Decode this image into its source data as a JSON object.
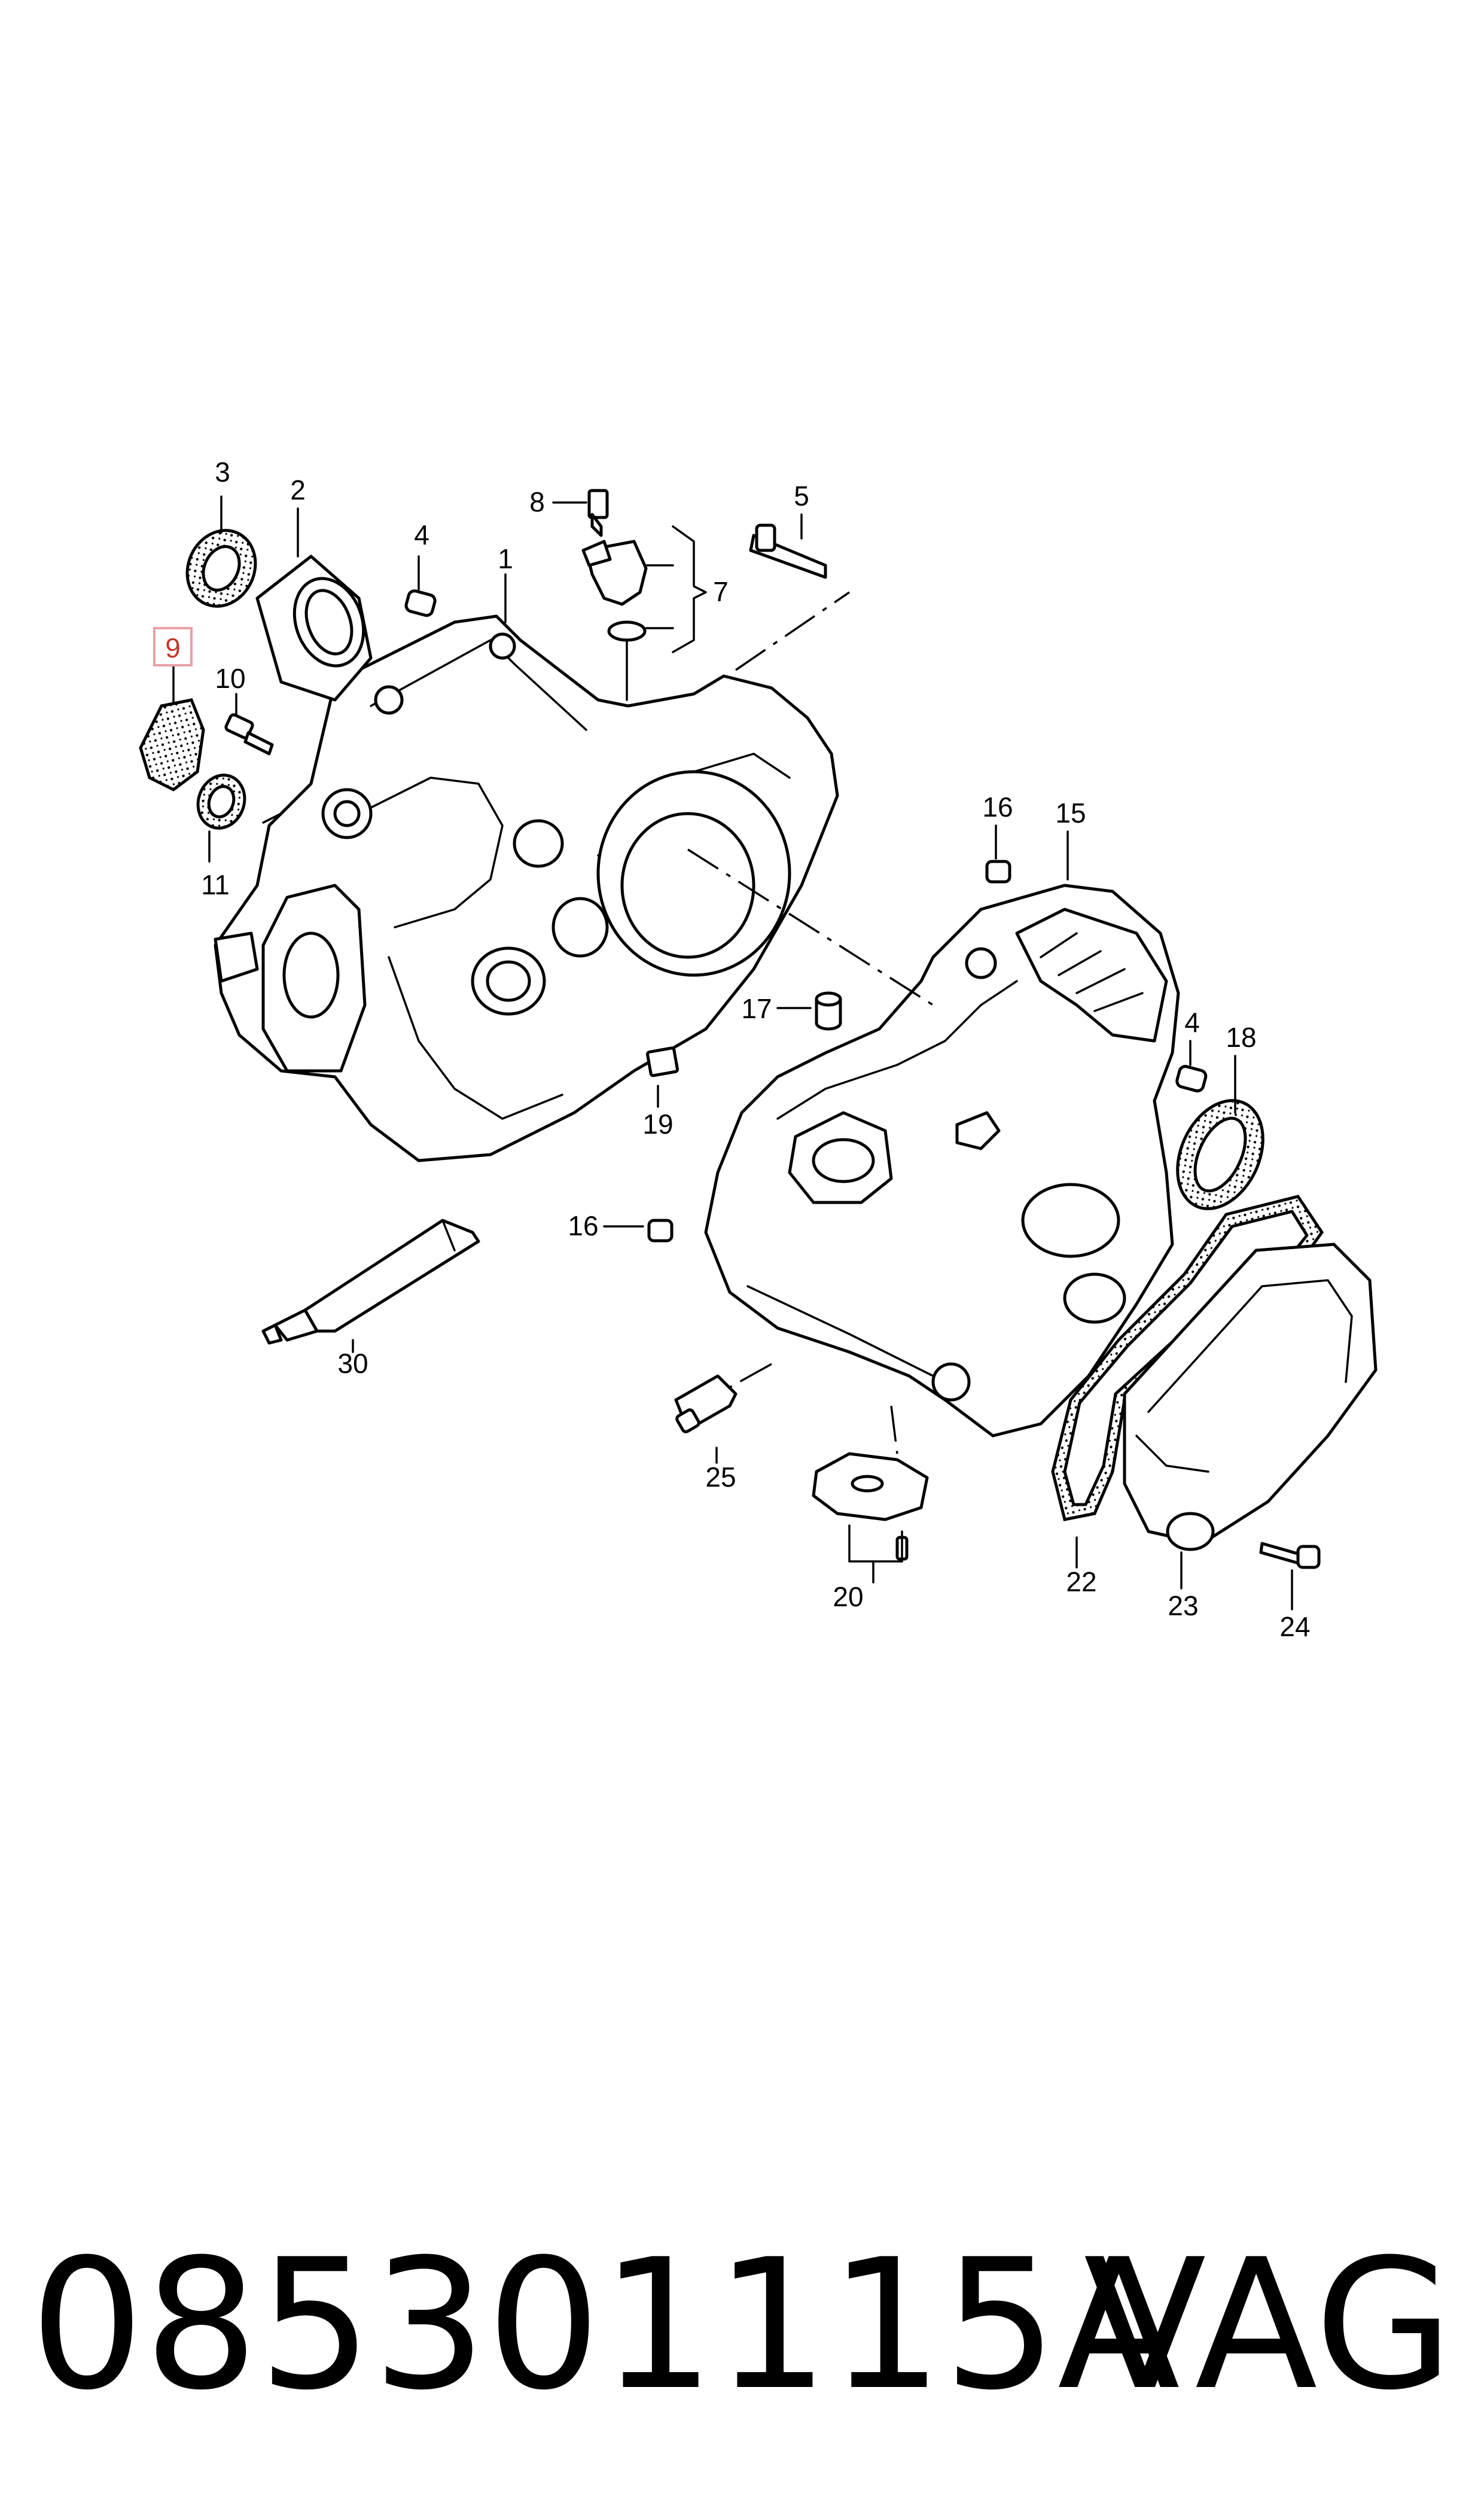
{
  "diagram": {
    "callouts": [
      "1",
      "2",
      "3",
      "4",
      "5",
      "7",
      "8",
      "9",
      "10",
      "11",
      "15",
      "16",
      "17",
      "18",
      "19",
      "20",
      "22",
      "23",
      "24",
      "25",
      "30"
    ],
    "highlighted_callout": "9",
    "highlight_color": "#e8a0a8"
  },
  "footer": {
    "part_number": "085301115A",
    "brand": "VAG"
  }
}
